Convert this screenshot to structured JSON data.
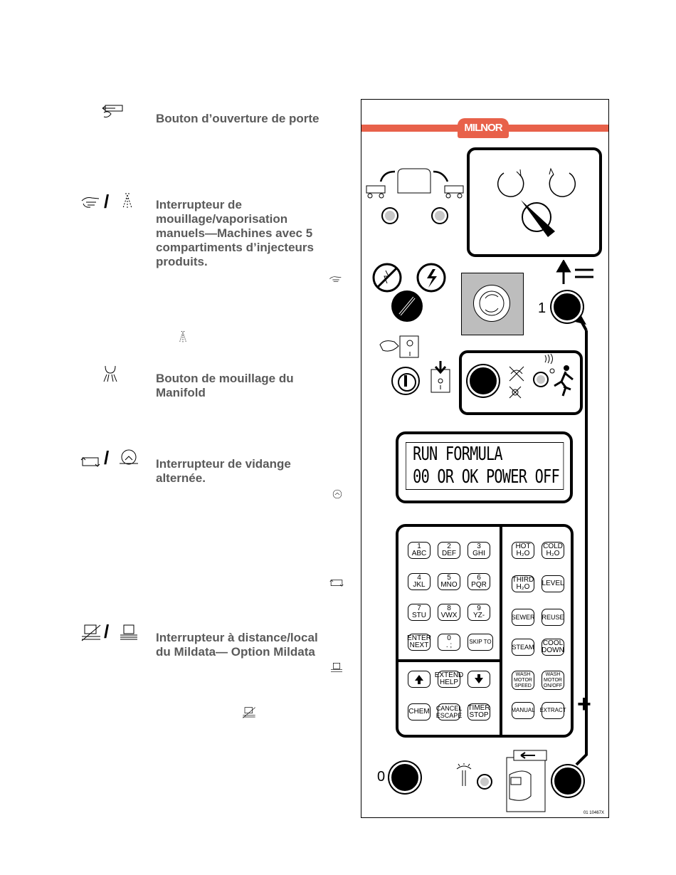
{
  "labels": {
    "door": "Bouton d’ouverture de porte",
    "manual_flush": [
      "Interrupteur de",
      "mouillage/vaporisation",
      "manuels—Machines avec 5",
      "compartiments d’injecteurs",
      "produits."
    ],
    "manifold": [
      "Bouton de mouillage du",
      "Manifold"
    ],
    "drain": [
      "Interrupteur de vidange",
      "alternée."
    ],
    "mildata": [
      "Interrupteur à distance/local",
      "du Mildata— Option Mildata"
    ]
  },
  "panel": {
    "logo": "MILNOR",
    "display_line1": "RUN FORMULA",
    "display_line2": "00 OR OK POWER OFF",
    "button_one": "1",
    "button_zero": "0",
    "plus": "+",
    "footer_code": "01 10467X",
    "keys": {
      "k1": [
        "1",
        "ABC"
      ],
      "k2": [
        "2",
        "DEF"
      ],
      "k3": [
        "3",
        "GHI"
      ],
      "k4": [
        "4",
        "JKL"
      ],
      "k5": [
        "5",
        "MNO"
      ],
      "k6": [
        "6",
        "PQR"
      ],
      "k7": [
        "7",
        "STU"
      ],
      "k8": [
        "8",
        "VWX"
      ],
      "k9": [
        "9",
        "YZ-"
      ],
      "enter": [
        "ENTER",
        "NEXT"
      ],
      "k0": [
        "0",
        ". ;"
      ],
      "skip": [
        "SKIP TO"
      ],
      "extend": [
        "EXTEND",
        "HELP"
      ],
      "chem": [
        "CHEM"
      ],
      "cancel": [
        "CANCEL",
        "ESCAPE"
      ],
      "timer": [
        "TIMER",
        "STOP"
      ],
      "hot": [
        "HOT",
        "H₂O"
      ],
      "cold": [
        "COLD",
        "H₂O"
      ],
      "third": [
        "THIRD",
        "H₂O"
      ],
      "level": [
        "LEVEL"
      ],
      "sewer": [
        "SEWER"
      ],
      "reuse": [
        "REUSE"
      ],
      "steam": [
        "STEAM"
      ],
      "cooldown": [
        "COOL",
        "DOWN"
      ],
      "washspeed": [
        "WASH",
        "MOTOR",
        "SPEED"
      ],
      "washonoff": [
        "WASH",
        "MOTOR",
        "ON/OFF"
      ],
      "manual": [
        "MANUAL"
      ],
      "extract": [
        "EXTRACT"
      ]
    }
  },
  "colors": {
    "logo_band": "#e8614a",
    "text": "#5a5a5a",
    "estop": "#bdbdbd"
  }
}
